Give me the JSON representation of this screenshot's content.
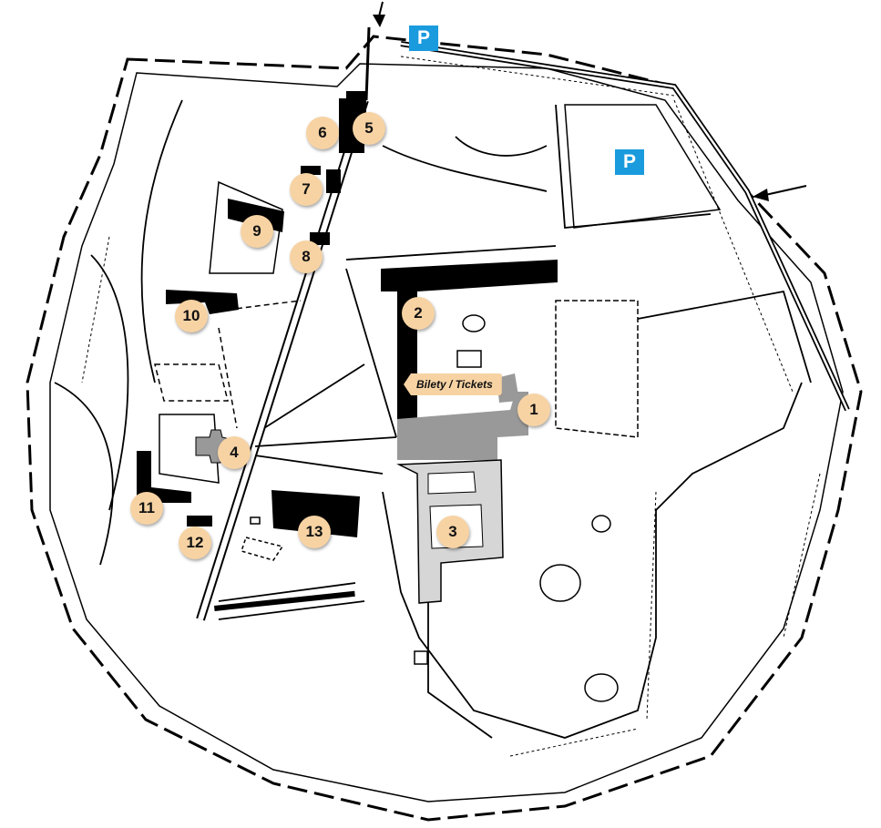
{
  "colors": {
    "marker_fill": "#f7d3a4",
    "parking_fill": "#1a9bdd",
    "building_main": "#000000",
    "building_palace": "#999999",
    "building_gardens": "#d6d6d6",
    "ticket_fill": "#f7d3a4"
  },
  "parking": {
    "label": "P",
    "icon": "parking-icon"
  },
  "tickets": {
    "label": "Bilety / Tickets"
  },
  "markers": [
    {
      "id": "1",
      "label": "1"
    },
    {
      "id": "2",
      "label": "2"
    },
    {
      "id": "3",
      "label": "3"
    },
    {
      "id": "4",
      "label": "4"
    },
    {
      "id": "5",
      "label": "5"
    },
    {
      "id": "6",
      "label": "6"
    },
    {
      "id": "7",
      "label": "7"
    },
    {
      "id": "8",
      "label": "8"
    },
    {
      "id": "9",
      "label": "9"
    },
    {
      "id": "10",
      "label": "10"
    },
    {
      "id": "11",
      "label": "11"
    },
    {
      "id": "12",
      "label": "12"
    },
    {
      "id": "13",
      "label": "13"
    }
  ]
}
